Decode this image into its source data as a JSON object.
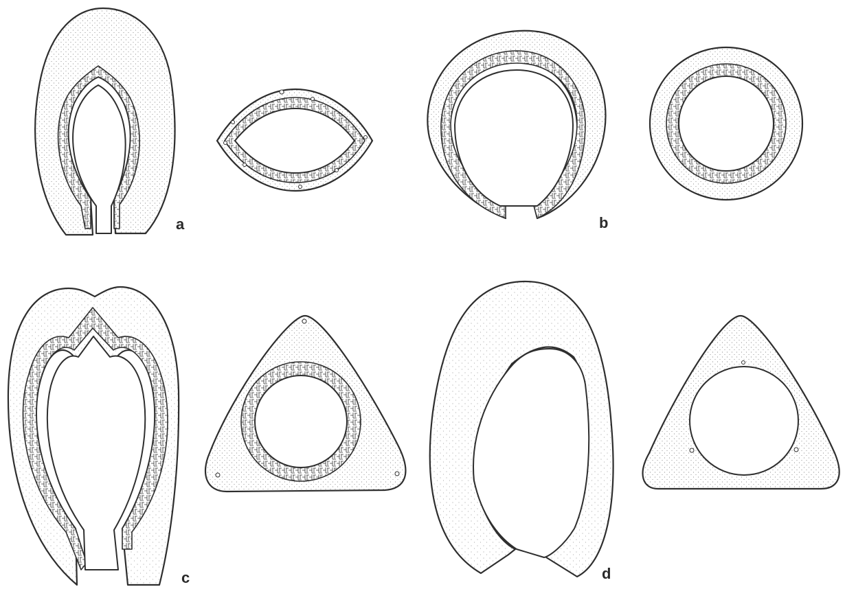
{
  "labels": {
    "a": "a",
    "b": "b",
    "c": "c",
    "d": "d"
  },
  "colors": {
    "ink": "#2e2e2e",
    "paper": "#ffffff",
    "stipple": "#6a6a6a"
  },
  "panels": [
    {
      "id": "a",
      "elements": [
        "longitudinal-section",
        "cross-section-lenticular"
      ],
      "cell_layer": true
    },
    {
      "id": "b",
      "elements": [
        "longitudinal-section",
        "cross-section-circular"
      ],
      "cell_layer": true
    },
    {
      "id": "c",
      "elements": [
        "longitudinal-section",
        "cross-section-triangular"
      ],
      "cell_layer": true
    },
    {
      "id": "d",
      "elements": [
        "longitudinal-section",
        "cross-section-triangular"
      ],
      "cell_layer": false
    }
  ]
}
